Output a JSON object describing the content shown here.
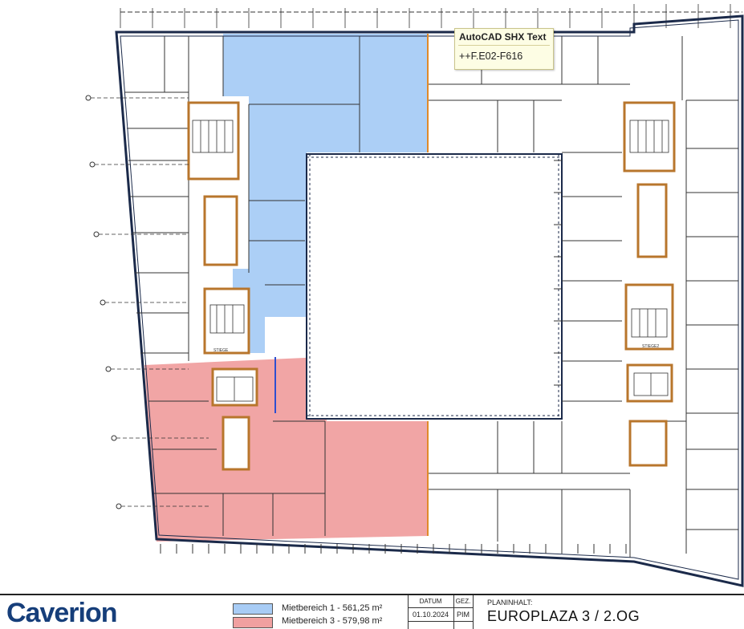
{
  "tooltip": {
    "title": "AutoCAD SHX Text",
    "value": "++F.E02-F616"
  },
  "titleblock": {
    "logo_text": "Caverion",
    "legend": [
      {
        "label": "Mietbereich 1 - 561,25 m²",
        "color": "#a8ccf5"
      },
      {
        "label": "Mietbereich 3 - 579,98 m²",
        "color": "#f0a0a0"
      }
    ],
    "datum_label": "DATUM",
    "gez_label": "GEZ.",
    "datum_value": "01.10.2024",
    "gez_value": "PIM",
    "planinhalt_label": "PLANINHALT:",
    "plan_title": "EUROPLAZA 3 / 2.OG"
  },
  "plan": {
    "core_labels": [
      "STIEGE",
      "STIEGE2"
    ],
    "colors": {
      "wall": "#1b2a4a",
      "core": "#b8762c",
      "blue_zone": "#a8ccf5",
      "red_zone": "#f0a0a0",
      "lines": "#333333"
    }
  }
}
